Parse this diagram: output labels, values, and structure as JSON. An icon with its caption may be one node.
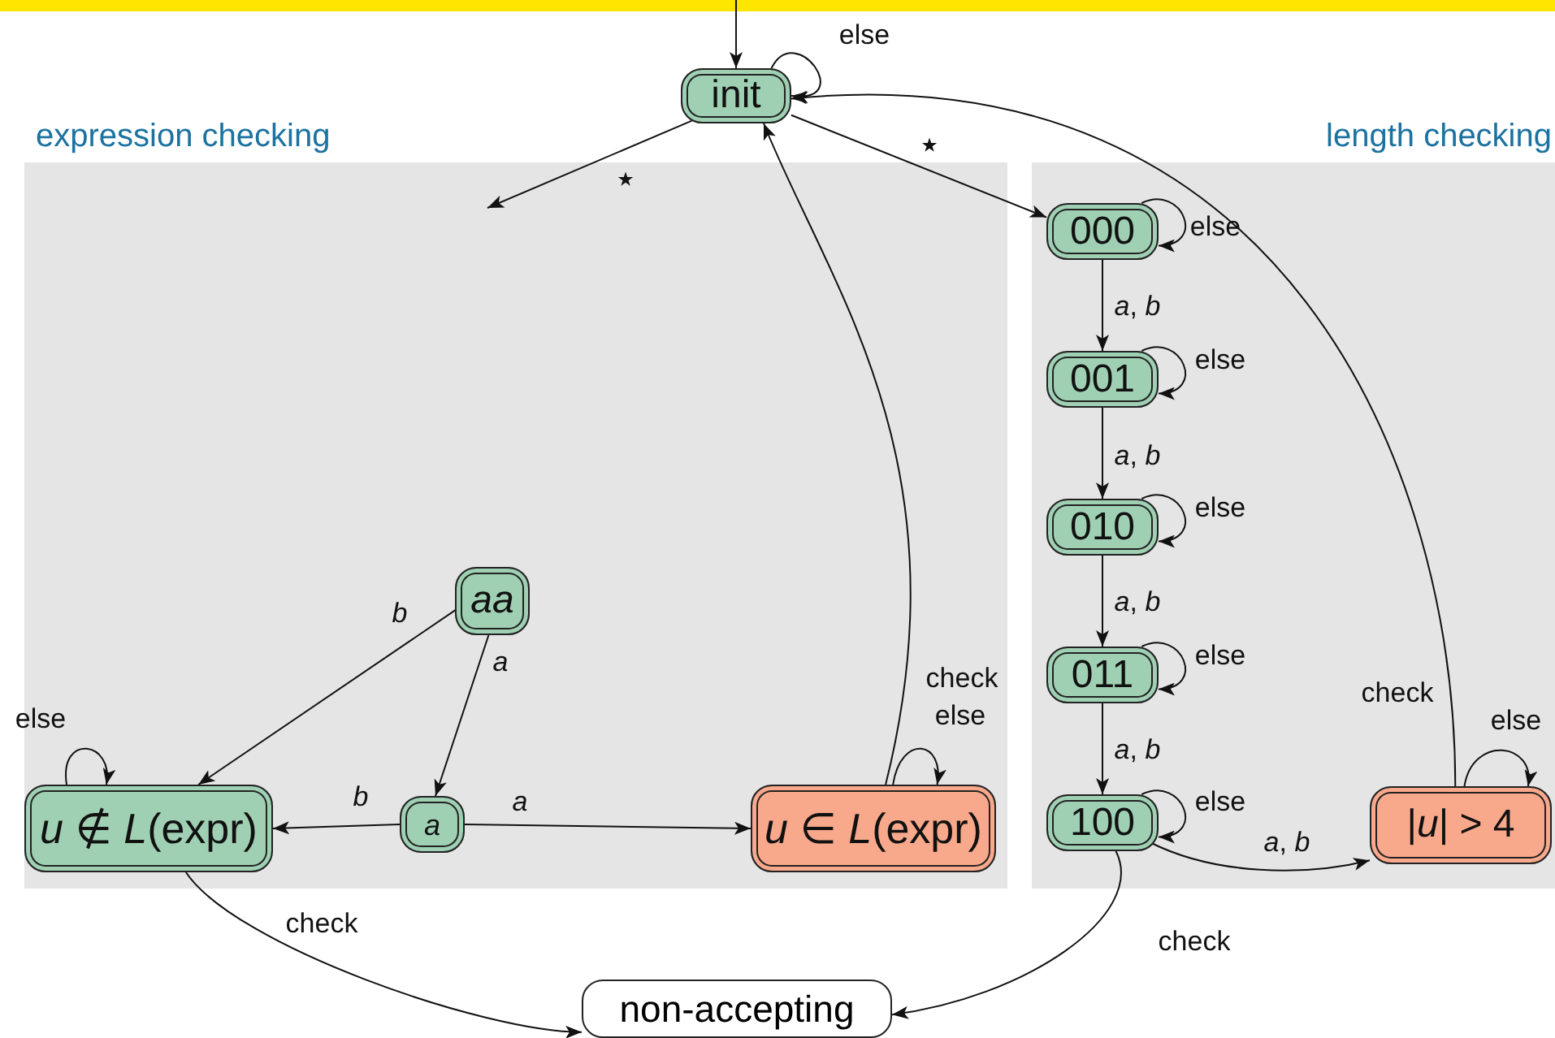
{
  "diagram": {
    "nodes": [
      {
        "text": [
          "expression checking"
        ]
      },
      {
        "text": [
          "length checking"
        ]
      },
      {
        "text": [
          "init"
        ]
      },
      {
        "text": [
          "aa"
        ],
        "in": 0
      },
      {
        "text": [
          "*u* ∉ *L*(expr)"
        ],
        "in": 0
      },
      {
        "text": [
          "a"
        ],
        "in": 0
      },
      {
        "text": [
          "*u* ∈ *L*(expr)"
        ],
        "in": 0
      },
      {
        "text": [
          "000"
        ],
        "in": 1
      },
      {
        "text": [
          "001"
        ],
        "in": 1
      },
      {
        "text": [
          "010"
        ],
        "in": 1
      },
      {
        "text": [
          "011"
        ],
        "in": 1
      },
      {
        "text": [
          "100"
        ],
        "in": 1
      },
      {
        "text": [
          "|*u*| > 4"
        ],
        "in": 1
      },
      {
        "text": [
          "non-accepting"
        ]
      }
    ],
    "edges": [
      {
        "from": null,
        "to": 2,
        "arrow": "to"
      },
      {
        "from": 2,
        "to": 2,
        "label": "else",
        "arrow": "to"
      },
      {
        "from": 2,
        "to": null,
        "label": "⋆",
        "arrow": "to"
      },
      {
        "from": 2,
        "to": 7,
        "label": "⋆",
        "arrow": "to"
      },
      {
        "from": 3,
        "to": 4,
        "label": "b",
        "arrow": "to"
      },
      {
        "from": 3,
        "to": 5,
        "label": "a",
        "arrow": "to"
      },
      {
        "from": 5,
        "to": 4,
        "label": "b",
        "arrow": "to"
      },
      {
        "from": 5,
        "to": 6,
        "label": "a",
        "arrow": "to"
      },
      {
        "from": 4,
        "to": 4,
        "label": "else",
        "arrow": "to"
      },
      {
        "from": 6,
        "to": 6,
        "label": "else",
        "arrow": "to"
      },
      {
        "from": 6,
        "to": 2,
        "label": "check",
        "arrow": "to"
      },
      {
        "from": 4,
        "to": 13,
        "label": "check",
        "arrow": "to"
      },
      {
        "from": 7,
        "to": 7,
        "label": "else",
        "arrow": "to"
      },
      {
        "from": 7,
        "to": 8,
        "label": "*a*, *b*",
        "arrow": "to"
      },
      {
        "from": 8,
        "to": 8,
        "label": "else",
        "arrow": "to"
      },
      {
        "from": 8,
        "to": 9,
        "label": "*a*, *b*",
        "arrow": "to"
      },
      {
        "from": 9,
        "to": 9,
        "label": "else",
        "arrow": "to"
      },
      {
        "from": 9,
        "to": 10,
        "label": "*a*, *b*",
        "arrow": "to"
      },
      {
        "from": 10,
        "to": 10,
        "label": "else",
        "arrow": "to"
      },
      {
        "from": 10,
        "to": 11,
        "label": "*a*, *b*",
        "arrow": "to"
      },
      {
        "from": 11,
        "to": 11,
        "label": "else",
        "arrow": "to"
      },
      {
        "from": 11,
        "to": 12,
        "label": "*a*, *b*",
        "arrow": "to"
      },
      {
        "from": 11,
        "to": 13,
        "label": "check",
        "arrow": "to"
      },
      {
        "from": 12,
        "to": 12,
        "label": "else",
        "arrow": "to"
      },
      {
        "from": 12,
        "to": 2,
        "label": "check",
        "arrow": "to"
      }
    ]
  }
}
